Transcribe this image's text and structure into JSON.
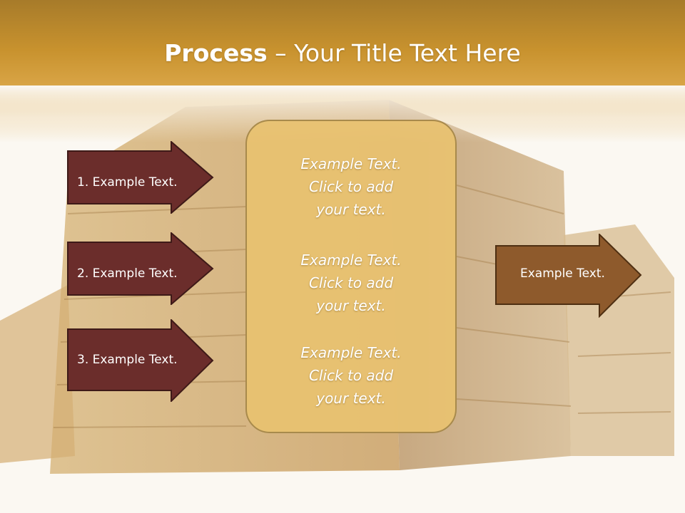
{
  "title": {
    "bold": "Process",
    "rest": " – Your Title Text Here"
  },
  "left_steps": [
    {
      "label": "1. Example Text."
    },
    {
      "label": "2. Example Text."
    },
    {
      "label": "3. Example Text."
    }
  ],
  "center_items": [
    {
      "line1": "Example Text.",
      "line2": "Click  to add",
      "line3": "your text."
    },
    {
      "line1": "Example Text.",
      "line2": "Click  to add",
      "line3": "your text."
    },
    {
      "line1": "Example Text.",
      "line2": "Click  to add",
      "line3": "your text."
    }
  ],
  "right_arrow": {
    "label": "Example Text."
  },
  "colors": {
    "left_arrow_fill": "#6b2d2b",
    "right_arrow_fill": "#8e5a2c",
    "center_box_fill": "#e8c270",
    "header_gold": "#c8922e"
  }
}
